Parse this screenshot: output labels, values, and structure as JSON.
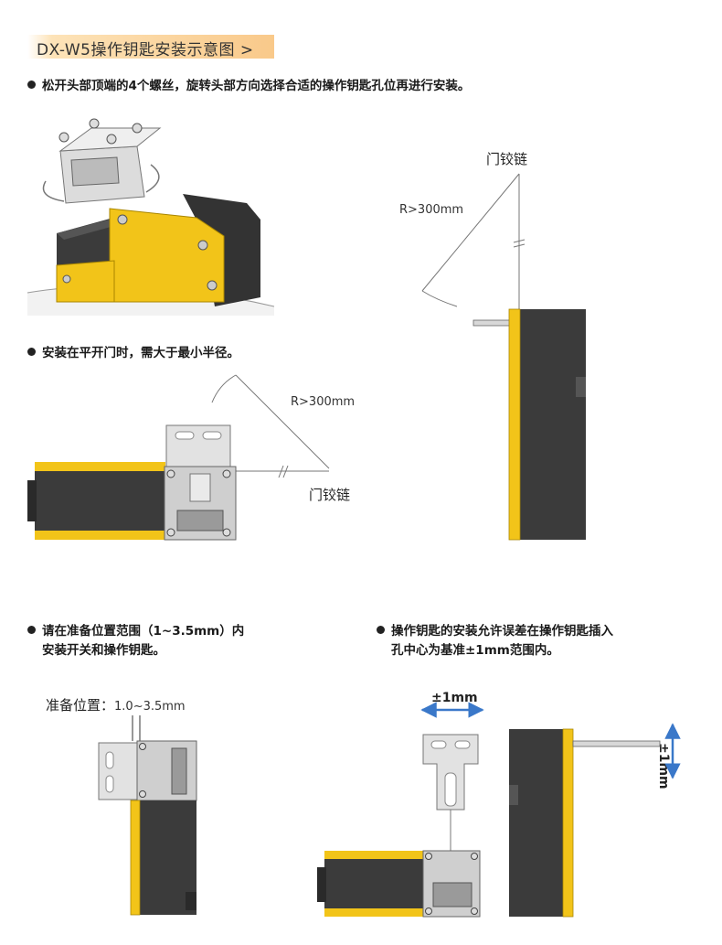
{
  "header": {
    "title": "DX-W5操作钥匙安装示意图 >",
    "accent_color": "#f9c98a"
  },
  "bullets": {
    "b1": "松开头部顶端的4个螺丝，旋转头部方向选择合适的操作钥匙孔位再进行安装。",
    "b2": "安装在平开门时，需大于最小半径。",
    "b3_line1": "请在准备位置范围（1~3.5mm）内",
    "b3_line2": "安装开关和操作钥匙。",
    "b4_line1": "操作钥匙的安装允许误差在操作钥匙插入",
    "b4_line2": "孔中心为基准±1mm范围内。"
  },
  "labels": {
    "hinge_top": "门铰链",
    "radius_top": "R>300mm",
    "radius_mid": "R>300mm",
    "hinge_mid": "门铰链",
    "ready_prefix": "准备位置：",
    "ready_range": "1.0~3.5mm",
    "tol_horizontal": "±1mm",
    "tol_vertical": "±1mm"
  },
  "colors": {
    "body_yellow": "#f2c419",
    "body_dark": "#3b3b3b",
    "metal_grey": "#cfcfcf",
    "arrow_blue": "#3a78c9"
  }
}
